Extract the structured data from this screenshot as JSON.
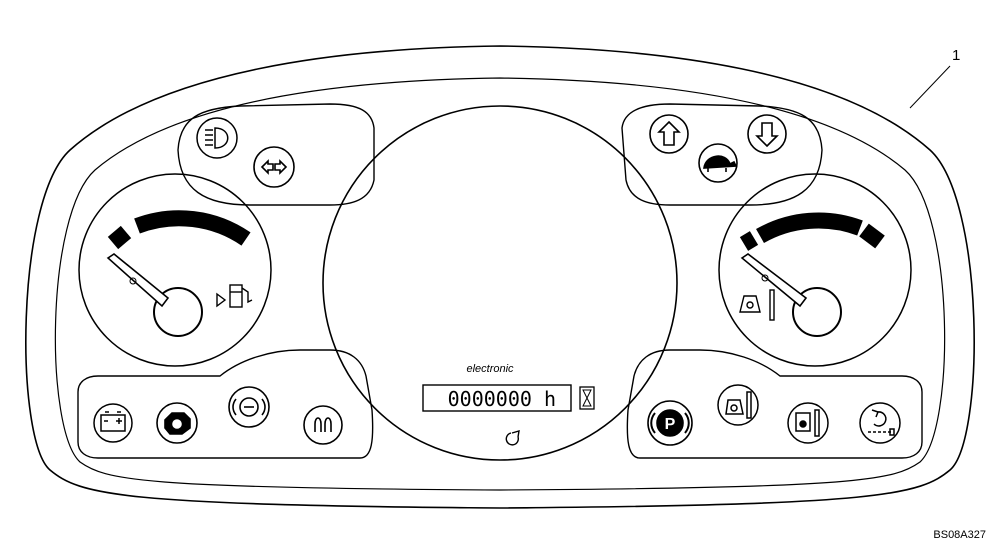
{
  "callout_number": "1",
  "display": {
    "brand_label": "electronic",
    "hour_meter_value": "0000000 h"
  },
  "reference_code": "BS08A327",
  "icons": {
    "top_left": [
      "headlight-high-beam-icon",
      "turn-signal-indicator-icon"
    ],
    "top_right": [
      "shift-up-icon",
      "slow-speed-tortoise-icon",
      "shift-down-icon"
    ],
    "bottom_left": [
      "battery-charge-icon",
      "engine-oil-pressure-icon",
      "brake-fault-icon",
      "preheat-glow-plug-icon"
    ],
    "bottom_right": [
      "parking-brake-icon",
      "engine-coolant-temperature-icon",
      "hydraulic-oil-temperature-icon",
      "transmission-icon"
    ],
    "gauges": [
      "fuel-level-gauge",
      "coolant-temperature-gauge"
    ]
  }
}
